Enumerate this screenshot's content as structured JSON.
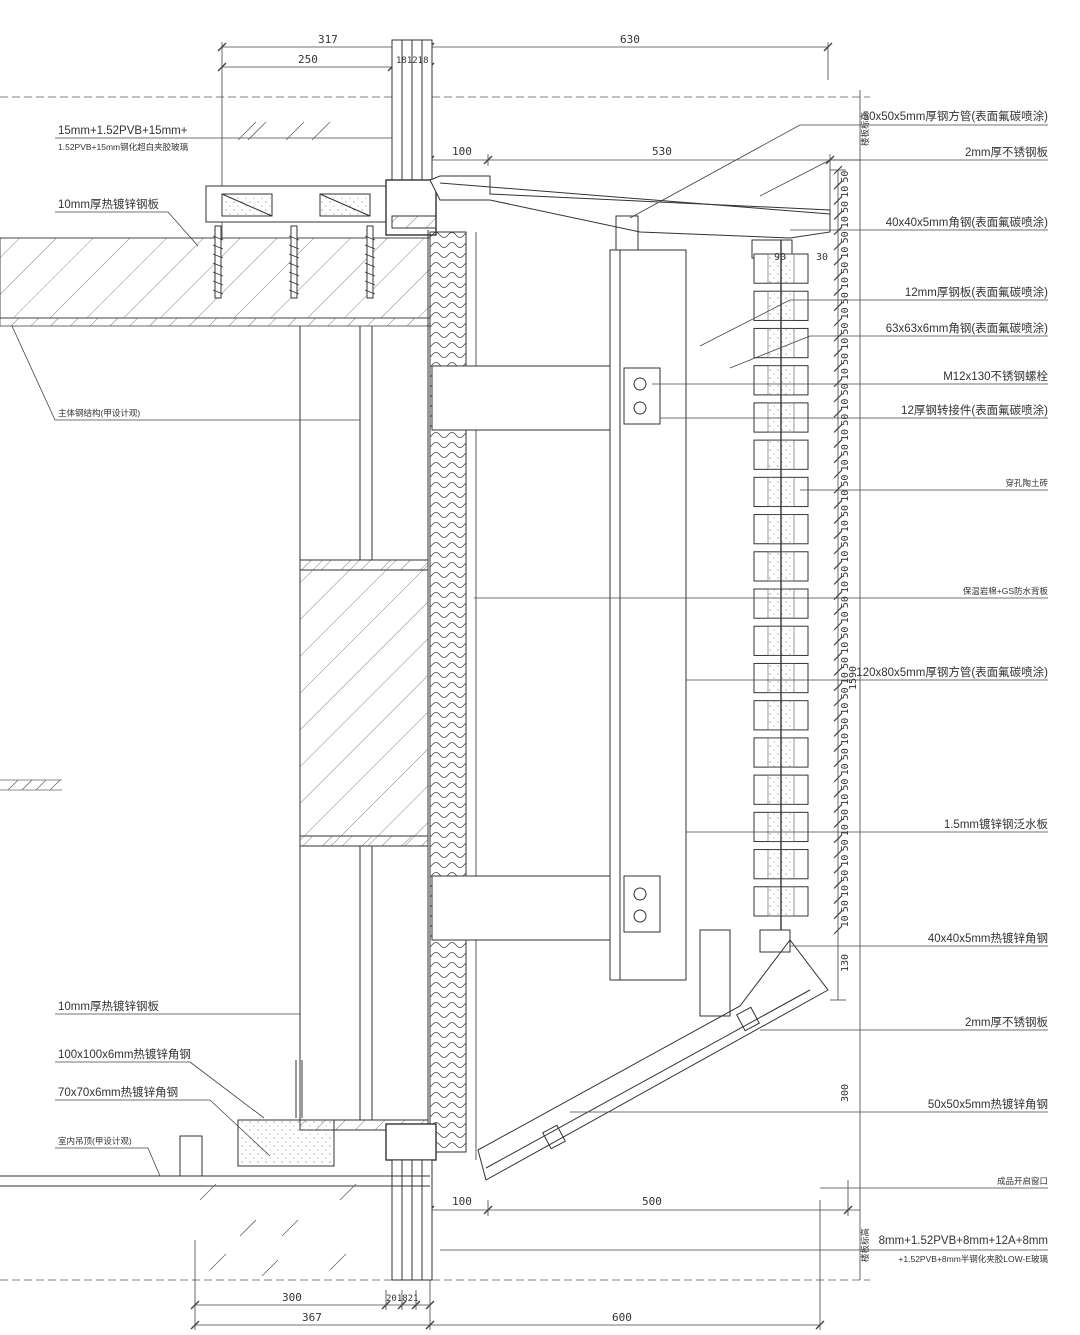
{
  "top_dims": {
    "d317": "317",
    "d630": "630",
    "d250": "250",
    "d181218": "181218",
    "d100": "100",
    "d530": "530"
  },
  "bottom_dims": {
    "d100": "100",
    "d500": "500",
    "d300": "300",
    "d367": "367",
    "d201821": "201821",
    "d600": "600"
  },
  "right_vertical_dims": {
    "total": "1590",
    "seg_top": "50",
    "seg_top2": "50",
    "seg_130": "130",
    "seg_300": "300",
    "seg_30": "30",
    "seg_90": "90",
    "seg_90b": "30",
    "units": [
      "50",
      "10",
      "50",
      "10",
      "50",
      "10",
      "50",
      "10",
      "50",
      "10",
      "50",
      "10",
      "50",
      "10",
      "50",
      "10",
      "50",
      "10",
      "50",
      "10",
      "50",
      "10",
      "50",
      "10",
      "50",
      "10",
      "50",
      "10",
      "50",
      "10",
      "50",
      "10",
      "50",
      "10",
      "50",
      "10",
      "50",
      "10",
      "50",
      "10",
      "50",
      "10",
      "50",
      "10",
      "50",
      "10",
      "50",
      "10",
      "50",
      "10"
    ],
    "tag_top": "楼板标高",
    "tag_bottom": "楼板标高"
  },
  "left_labels": {
    "glass_top_1": "15mm+1.52PVB+15mm+",
    "glass_top_2": "1.52PVB+15mm钢化超白夹胶玻璃",
    "plate_top": "10mm厚热镀锌钢板",
    "structure": "主体钢结构(甲设计观)",
    "plate_bottom": "10mm厚热镀锌钢板",
    "steel_100": "100x100x6mm热镀锌角钢",
    "steel_70": "70x70x6mm热镀锌角钢",
    "finish": "室内吊顶(甲设计观)"
  },
  "right_labels": {
    "r1": "50x50x5mm厚钢方管(表面氟碳喷涂)",
    "r2": "2mm厚不锈钢板",
    "r3": "40x40x5mm角钢(表面氟碳喷涂)",
    "r4": "12mm厚钢板(表面氟碳喷涂)",
    "r5": "63x63x6mm角钢(表面氟碳喷涂)",
    "r6": "M12x130不锈钢螺栓",
    "r7": "12厚钢转接件(表面氟碳喷涂)",
    "r8": "穿孔陶土砖",
    "r9": "保温岩棉+GS防水背板",
    "r10": "120x80x5mm厚钢方管(表面氟碳喷涂)",
    "r11": "1.5mm镀锌钢泛水板",
    "r12": "40x40x5mm热镀锌角钢",
    "r13": "2mm厚不锈钢板",
    "r14": "50x50x5mm热镀锌角钢",
    "r15": "成品开启窗口",
    "r16a": "8mm+1.52PVB+8mm+12A+8mm",
    "r16b": "+1.52PVB+8mm半钢化夹胶LOW-E玻璃"
  }
}
